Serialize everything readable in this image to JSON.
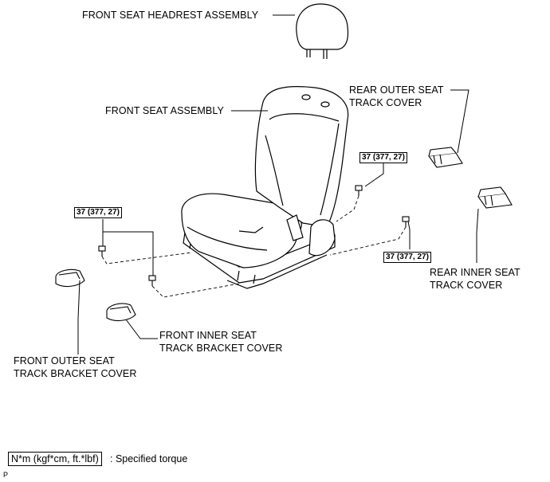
{
  "labels": {
    "headrest": "FRONT SEAT HEADREST ASSEMBLY",
    "seat": "FRONT SEAT ASSEMBLY",
    "rear_outer_1": "REAR OUTER SEAT",
    "rear_outer_2": "TRACK COVER",
    "rear_inner_1": "REAR INNER SEAT",
    "rear_inner_2": "TRACK COVER",
    "front_inner_1": "FRONT INNER SEAT",
    "front_inner_2": "TRACK BRACKET COVER",
    "front_outer_1": "FRONT OUTER SEAT",
    "front_outer_2": "TRACK BRACKET COVER"
  },
  "torque": {
    "left": "37 (377, 27)",
    "upper_right": "37 (377, 27)",
    "lower_right": "37 (377, 27)"
  },
  "legend": {
    "unit": "N*m (kgf*cm, ft.*lbf)",
    "description": ": Specified torque"
  },
  "footer_mark": "P"
}
